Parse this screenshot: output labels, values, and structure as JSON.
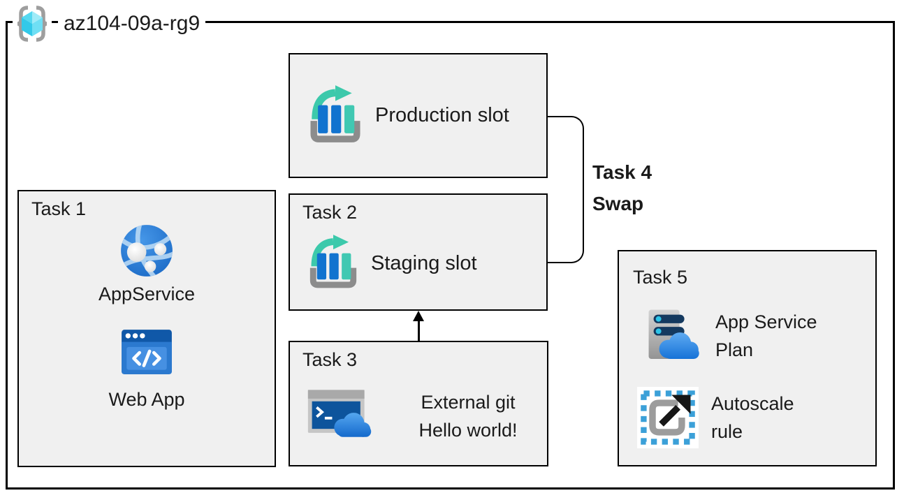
{
  "resource_group": {
    "label": "az104-09a-rg9",
    "icon": "resource-group-icon"
  },
  "boxes": {
    "production_slot": {
      "items": [
        {
          "icon": "deployment-slot-icon",
          "label": "Production slot"
        }
      ]
    },
    "task1": {
      "title": "Task 1",
      "items": [
        {
          "icon": "app-service-icon",
          "label": "AppService"
        },
        {
          "icon": "web-app-icon",
          "label": "Web App"
        }
      ]
    },
    "task2": {
      "title": "Task 2",
      "items": [
        {
          "icon": "deployment-slot-icon",
          "label": "Staging slot"
        }
      ]
    },
    "task3": {
      "title": "Task 3",
      "items": [
        {
          "icon": "cloud-shell-icon",
          "lines": [
            "External git",
            "Hello world!"
          ]
        }
      ]
    },
    "task4": {
      "title": "Task 4",
      "label": "Swap"
    },
    "task5": {
      "title": "Task 5",
      "items": [
        {
          "icon": "app-service-plan-icon",
          "label": "App Service Plan"
        },
        {
          "icon": "autoscale-icon",
          "label": "Autoscale rule"
        }
      ]
    }
  },
  "connectors": {
    "swap_bracket": "links Production slot and Staging slot right edges",
    "deploy_arrow": "arrow from Task 3 up into Task 2"
  },
  "colors": {
    "box_fill": "#f0f0f0",
    "border": "#000000",
    "slot_bar_blue": "#1173cf",
    "slot_arrow_teal": "#3cc9ab",
    "azure_blue": "#2b79cf",
    "dark_navy": "#14395f",
    "cyan_accent": "#2cc4e8",
    "dash_blue": "#3ba0d8",
    "tray_gray": "#8c8c8c",
    "cube_cyan": "#55d8f0",
    "bracket_gray": "#9e9e9e"
  }
}
